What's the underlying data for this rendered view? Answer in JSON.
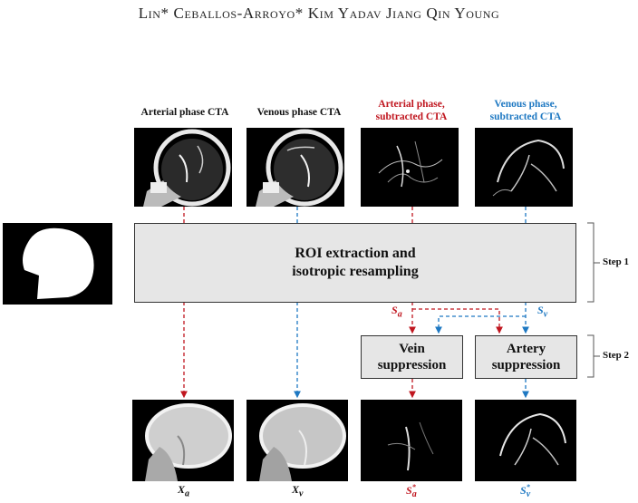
{
  "header": {
    "authors": "Lin* Ceballos-Arroyo* Kim Yadav Jiang Qin Young"
  },
  "columns": [
    {
      "label_line1": "Arterial phase CTA",
      "label_line2": ""
    },
    {
      "label_line1": "Venous phase CTA",
      "label_line2": ""
    },
    {
      "label_line1": "Arterial phase,",
      "label_line2": "subtracted CTA"
    },
    {
      "label_line1": "Venous phase,",
      "label_line2": "subtracted CTA"
    }
  ],
  "step1": {
    "box_line1": "ROI extraction and",
    "box_line2": "isotropic resampling",
    "label": "Step 1"
  },
  "step2": {
    "label": "Step 2",
    "vein_line1": "Vein",
    "vein_line2": "suppression",
    "artery_line1": "Artery",
    "artery_line2": "suppression"
  },
  "symbols": {
    "s_a": "S",
    "s_a_sub": "a",
    "s_v": "S",
    "s_v_sub": "v",
    "x_a": "X",
    "x_a_sub": "a",
    "x_v": "X",
    "x_v_sub": "v",
    "s_a_out": "S",
    "s_a_out_sub": "a",
    "s_v_out": "S",
    "s_v_out_sub": "v"
  },
  "colors": {
    "arterial": "#c0161f",
    "venous": "#1e78c2",
    "box_fill": "#e6e6e6"
  }
}
